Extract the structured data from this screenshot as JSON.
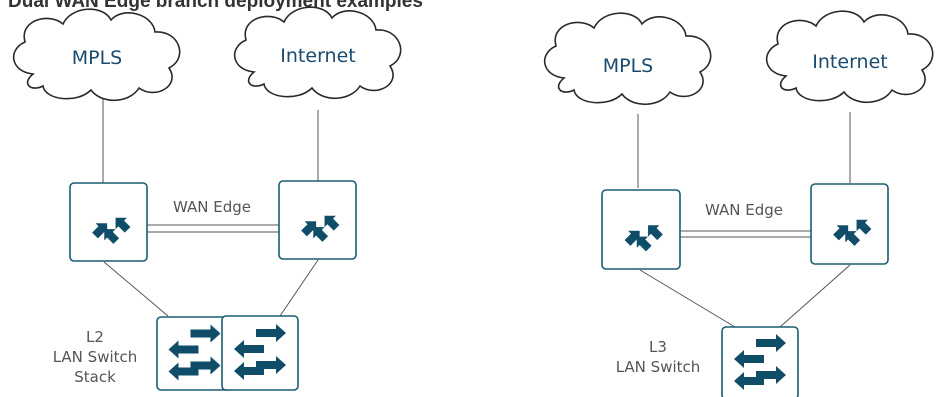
{
  "title": "Dual WAN Edge branch deployment examples",
  "colors": {
    "line": "#555555",
    "box_border": "#1a5d75",
    "icon": "#0f4d68",
    "cloud_stroke": "#2a2a2a",
    "text": "#555555",
    "cloud_text": "#1a4a70"
  },
  "icons": {
    "router": "router-arrows-icon",
    "switch": "switch-arrows-icon"
  },
  "left": {
    "cloud_left_label": "MPLS",
    "cloud_right_label": "Internet",
    "wan_edge_label": "WAN Edge",
    "switch_label_lines": [
      "L2",
      "LAN Switch",
      "Stack"
    ]
  },
  "right": {
    "cloud_left_label": "MPLS",
    "cloud_right_label": "Internet",
    "wan_edge_label": "WAN Edge",
    "switch_label_lines": [
      "L3",
      "LAN Switch"
    ]
  }
}
